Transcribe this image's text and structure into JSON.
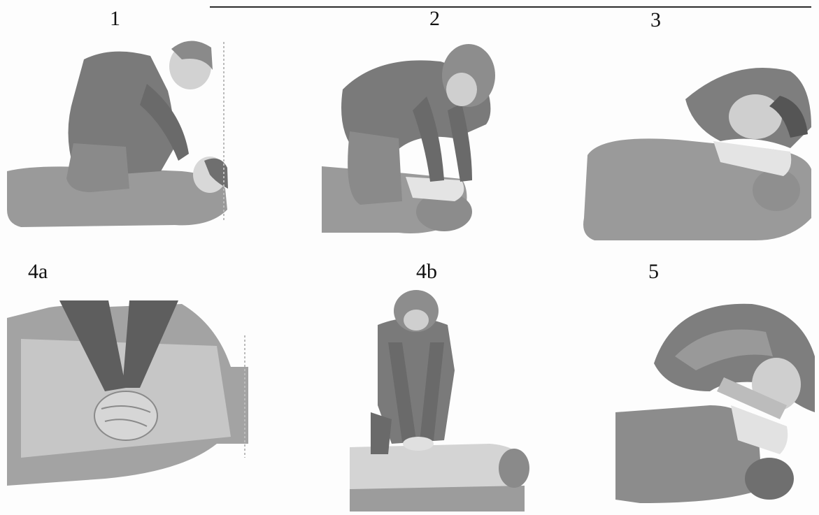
{
  "panels": [
    {
      "label": "1",
      "icon": "rescuer-checks-breathing-icon"
    },
    {
      "label": "2",
      "icon": "rescuer-locates-hand-position-icon"
    },
    {
      "label": "3",
      "icon": "rescuer-gives-rescue-breath-icon"
    },
    {
      "label": "4a",
      "icon": "hands-on-chest-closeup-icon"
    },
    {
      "label": "4b",
      "icon": "chest-compression-front-view-icon"
    },
    {
      "label": "5",
      "icon": "rescuer-gives-breath-tilted-head-icon"
    }
  ],
  "colors": {
    "ink": "#111111",
    "dark_fill": "#6f6f6f",
    "mid_fill": "#9a9a9a",
    "light_fill": "#c9c9c9",
    "skin_fill": "#e4e4e4"
  }
}
